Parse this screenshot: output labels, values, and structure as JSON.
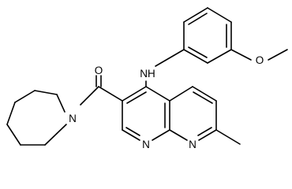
{
  "atoms": {
    "carbonyl_oxygen": "O",
    "azepane_nitrogen": "N",
    "amine_group": "NH",
    "ether_oxygen": "O",
    "ring_nitrogen_1": "N",
    "ring_nitrogen_8": "N"
  },
  "colors": {
    "bond": "#000000",
    "background": "#ffffff"
  }
}
